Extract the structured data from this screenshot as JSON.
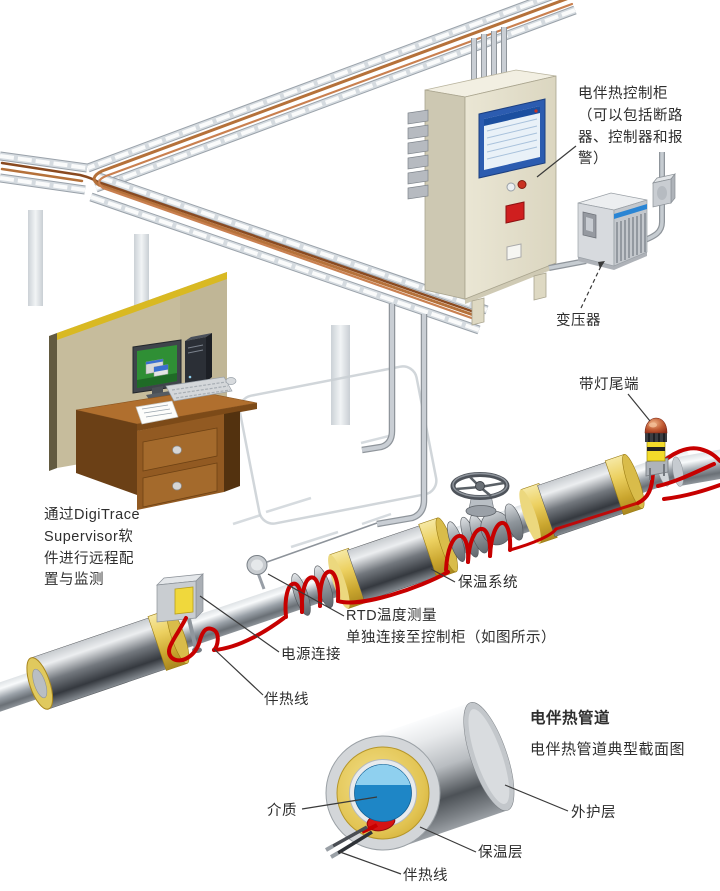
{
  "diagram_title_context": "electric heat tracing system diagram",
  "colors": {
    "background": "#ffffff",
    "heat_trace_red": "#c70000",
    "insulation_yellow": "#e6c94f",
    "cabinet_beige": "#e9e5d3",
    "transformer_stripe_blue": "#2a85d4",
    "medium_blue": "#1e86c6",
    "copper_cable": "#b06a32",
    "desk_brown": "#a96f33",
    "screen_green": "#2f8f35",
    "label_text": "#2e2e2e"
  },
  "labels": {
    "control_cabinet": {
      "lines": [
        "电伴热控制柜",
        "（可以包括断路",
        "器、控制器和报",
        "警）"
      ]
    },
    "transformer": "变压器",
    "lighted_end_seal": "带灯尾端",
    "insulation_system": "保温系统",
    "rtd": {
      "lines": [
        "RTD温度测量",
        "单独连接至控制柜（如图所示）"
      ]
    },
    "power_connection": "电源连接",
    "heat_trace_mid": "伴热线",
    "supervisor": {
      "lines": [
        "通过DigiTrace",
        "Supervisor软",
        "件进行远程配",
        "置与监测"
      ]
    },
    "section_title": "电伴热管道",
    "section_subtitle": "电伴热管道典型截面图",
    "medium": "介质",
    "outer_jacket": "外护层",
    "insulation_layer": "保温层",
    "heat_trace_bottom": "伴热线"
  }
}
